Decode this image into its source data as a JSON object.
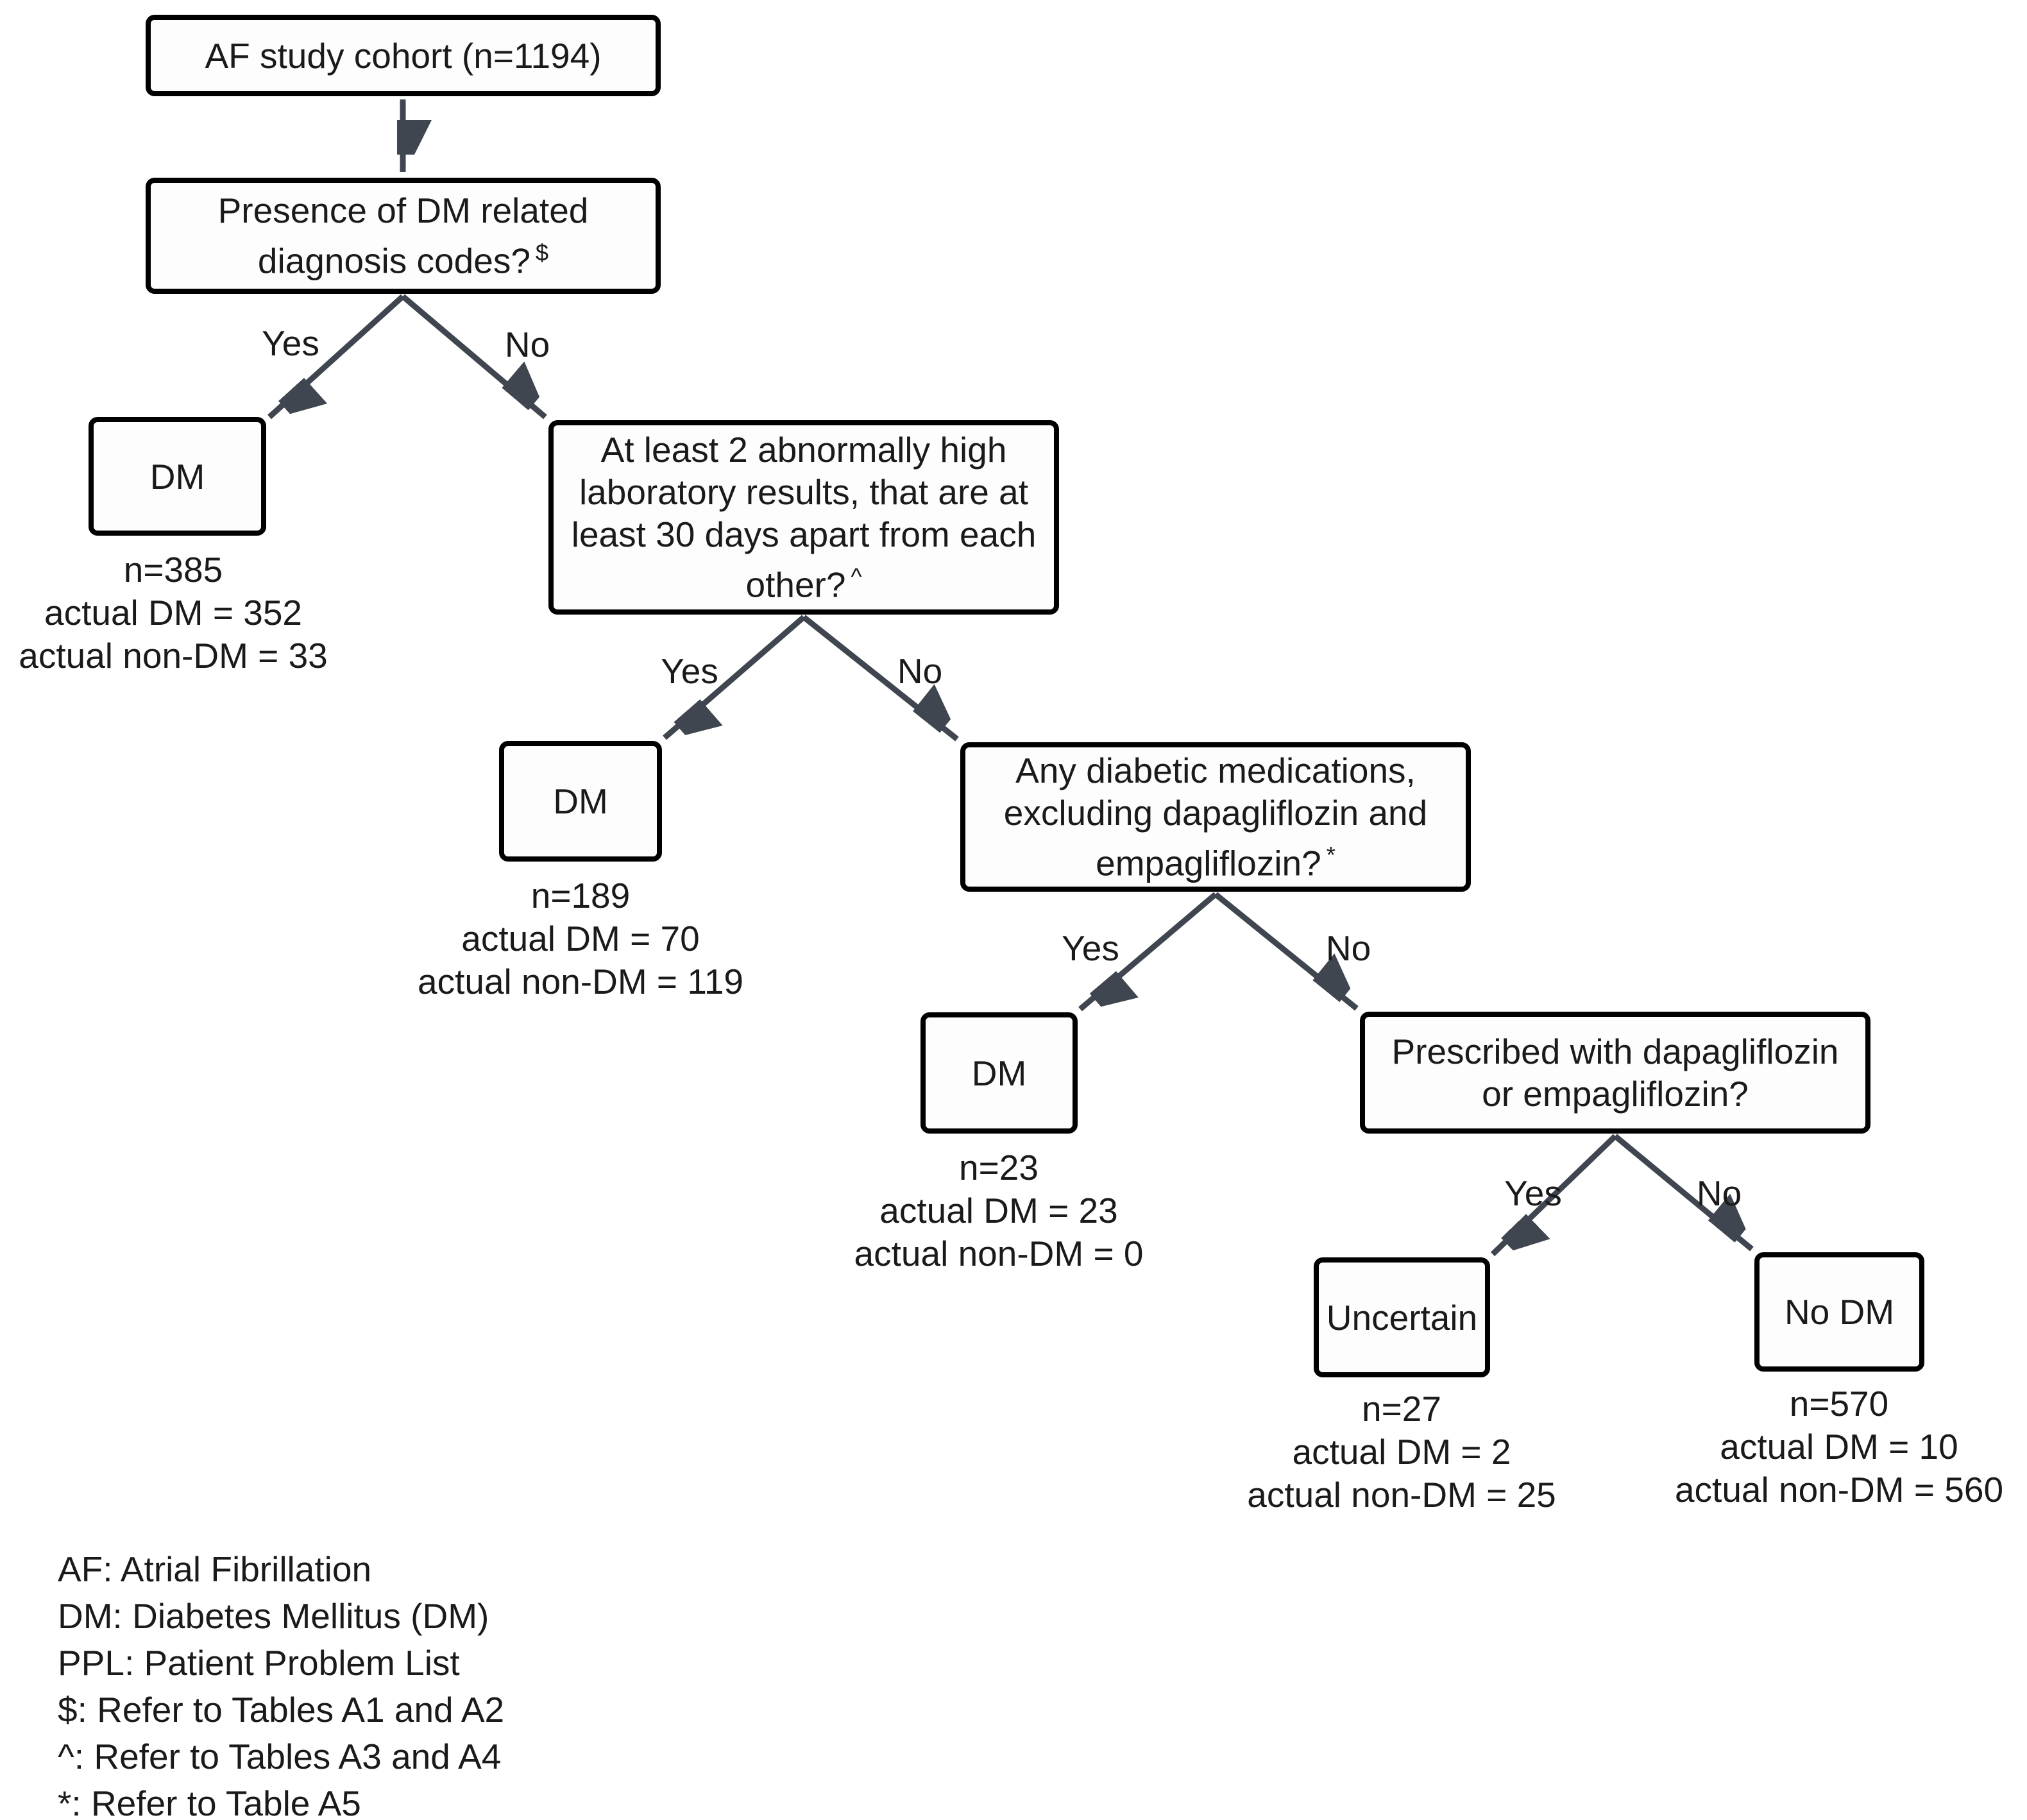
{
  "flowchart": {
    "nodes": {
      "cohort": {
        "label": "AF study cohort (n=1194)"
      },
      "presence": {
        "lines": [
          "Presence of DM related",
          "diagnosis codes?"
        ],
        "suffix": "$"
      },
      "dm1": {
        "label": "DM",
        "stats": [
          "n=385",
          "actual DM = 352",
          "actual non-DM = 33"
        ]
      },
      "lab": {
        "lines": [
          "At least 2 abnormally high",
          "laboratory results, that are at",
          "least 30 days apart from each",
          "other?"
        ],
        "suffix": "^"
      },
      "dm2": {
        "label": "DM",
        "stats": [
          "n=189",
          "actual DM = 70",
          "actual non-DM = 119"
        ]
      },
      "med": {
        "lines": [
          "Any diabetic medications,",
          "excluding dapagliflozin and",
          "empagliflozin?"
        ],
        "suffix": "*"
      },
      "dm3": {
        "label": "DM",
        "stats": [
          "n=23",
          "actual DM = 23",
          "actual non-DM = 0"
        ]
      },
      "prescribed": {
        "lines": [
          "Prescribed with dapagliflozin",
          "or empagliflozin?"
        ]
      },
      "uncertain": {
        "label": "Uncertain",
        "stats": [
          "n=27",
          "actual DM = 2",
          "actual non-DM = 25"
        ]
      },
      "nodm": {
        "label": "No DM",
        "stats": [
          "n=570",
          "actual DM = 10",
          "actual non-DM = 560"
        ]
      }
    },
    "edge_labels": {
      "yes": "Yes",
      "no": "No"
    },
    "legend_lines": [
      "AF: Atrial Fibrillation",
      "DM: Diabetes Mellitus (DM)",
      "PPL: Patient Problem List",
      "$: Refer to Tables A1 and A2",
      "^: Refer to Tables A3 and A4",
      "*: Refer to Table A5"
    ],
    "colors": {
      "arrow": "#3f4650",
      "border": "#000000",
      "text": "#1a1a1a",
      "background": "#ffffff"
    }
  }
}
